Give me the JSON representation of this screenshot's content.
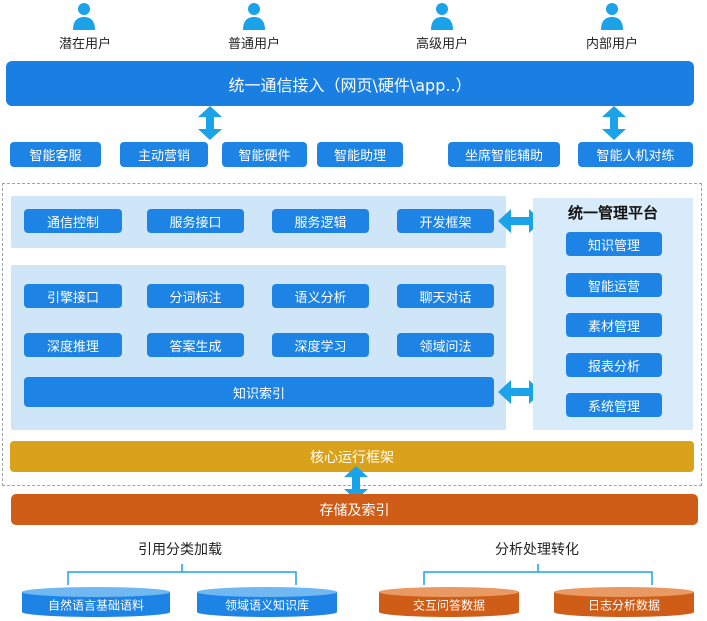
{
  "users": [
    {
      "label": "潜在用户"
    },
    {
      "label": "普通用户"
    },
    {
      "label": "高级用户"
    },
    {
      "label": "内部用户"
    }
  ],
  "access_bar": {
    "label": "统一通信接入（网页\\硬件\\app..）"
  },
  "channels": [
    {
      "label": "智能客服"
    },
    {
      "label": "主动营销"
    },
    {
      "label": "智能硬件"
    },
    {
      "label": "智能助理"
    },
    {
      "label": "坐席智能辅助"
    },
    {
      "label": "智能人机对练"
    }
  ],
  "service_row": [
    {
      "label": "通信控制"
    },
    {
      "label": "服务接口"
    },
    {
      "label": "服务逻辑"
    },
    {
      "label": "开发框架"
    }
  ],
  "engine_grid": [
    {
      "label": "引擎接口"
    },
    {
      "label": "分词标注"
    },
    {
      "label": "语义分析"
    },
    {
      "label": "聊天对话"
    },
    {
      "label": "深度推理"
    },
    {
      "label": "答案生成"
    },
    {
      "label": "深度学习"
    },
    {
      "label": "领域问法"
    }
  ],
  "knowledge_index": {
    "label": "知识索引"
  },
  "management": {
    "title": "统一管理平台",
    "items": [
      {
        "label": "知识管理"
      },
      {
        "label": "智能运营"
      },
      {
        "label": "素材管理"
      },
      {
        "label": "报表分析"
      },
      {
        "label": "系统管理"
      }
    ]
  },
  "core_framework": {
    "label": "核心运行框架"
  },
  "storage": {
    "label": "存储及索引"
  },
  "left_group": {
    "title": "引用分类加载",
    "dbs": [
      {
        "label": "自然语言基础语料"
      },
      {
        "label": "领域语义知识库"
      }
    ]
  },
  "right_group": {
    "title": "分析处理转化",
    "dbs": [
      {
        "label": "交互问答数据"
      },
      {
        "label": "日志分析数据"
      }
    ]
  },
  "colors": {
    "blue": "#1a7fe3",
    "light_blue": "#cfe6f8",
    "arrow_blue": "#1aa3e8",
    "gold": "#d9a21a",
    "orange": "#cf5c17",
    "db_blue": "#1d84e6",
    "db_orange": "#cf5c17"
  },
  "icons": {
    "user": "user-icon",
    "arrow": "double-arrow-icon",
    "database": "database-icon"
  }
}
